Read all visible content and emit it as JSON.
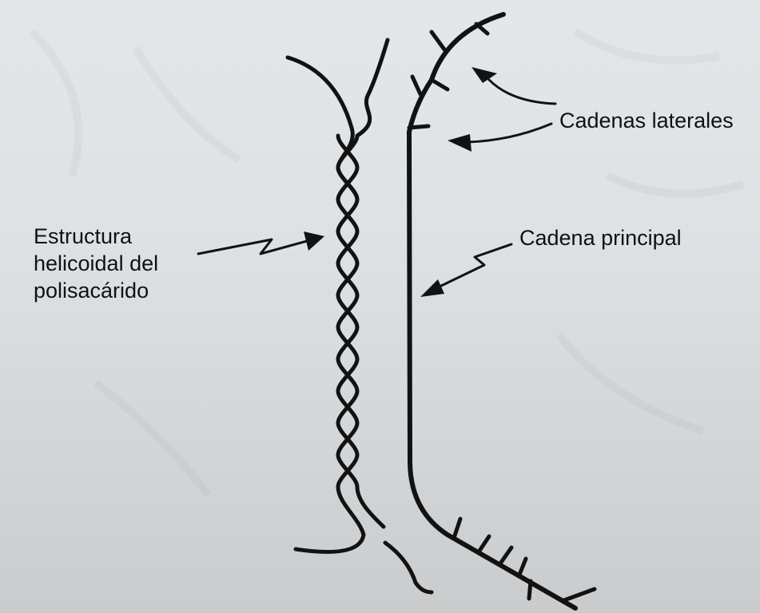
{
  "labels": {
    "side_chains": "Cadenas laterales",
    "main_chain": "Cadena principal",
    "helix": {
      "line1": "Estructura",
      "line2": "helicoidal del",
      "line3": "polisacárido"
    }
  },
  "colors": {
    "ink": "#121212",
    "background": "#e0e3e6"
  }
}
